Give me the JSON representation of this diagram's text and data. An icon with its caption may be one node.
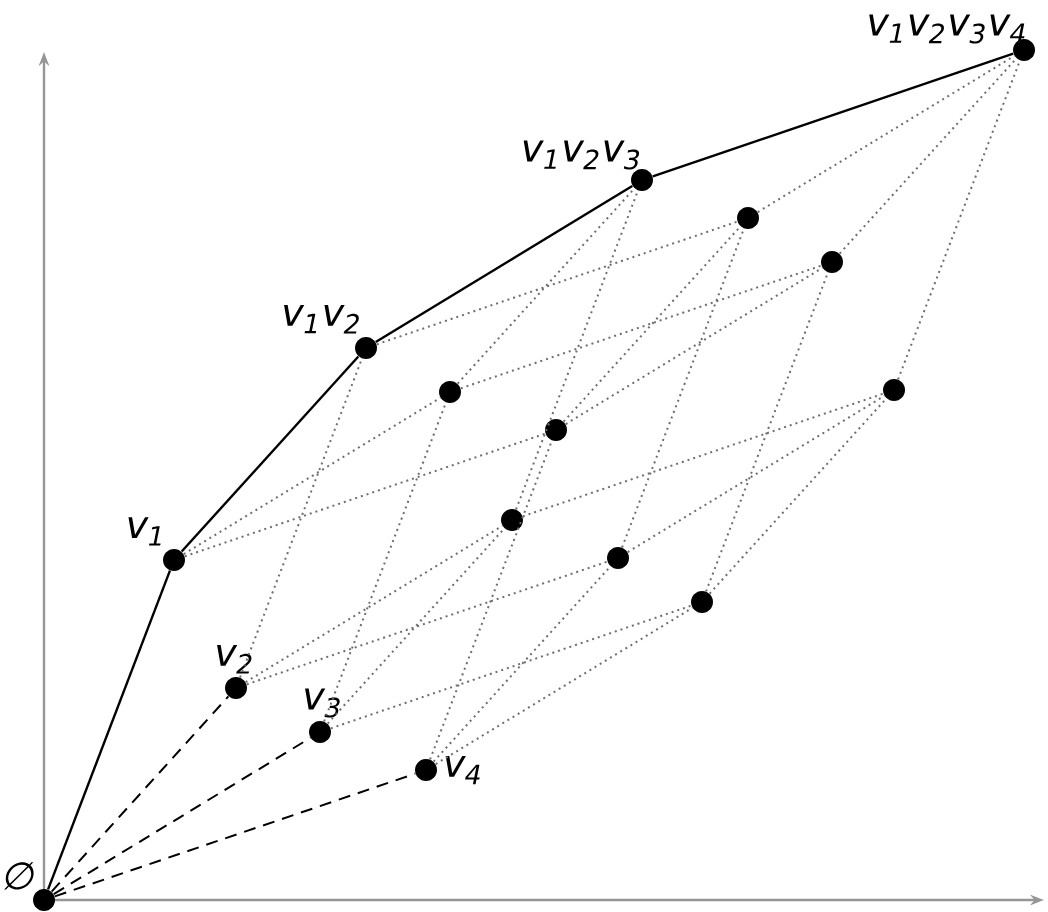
{
  "diagram": {
    "nodes": [
      {
        "text": [
          "∅"
        ]
      },
      {
        "text": [
          "v$_{1}$"
        ]
      },
      {
        "text": [
          "v$_{2}$"
        ]
      },
      {
        "text": [
          "v$_{3}$"
        ]
      },
      {
        "text": [
          "v$_{4}$"
        ]
      },
      {
        "text": [
          "v$_{1}$v$_{2}$"
        ]
      },
      {
        "text": [],
        "shape": "circle"
      },
      {
        "text": [],
        "shape": "circle"
      },
      {
        "text": [],
        "shape": "circle"
      },
      {
        "text": [],
        "shape": "circle"
      },
      {
        "text": [],
        "shape": "circle"
      },
      {
        "text": [
          "v$_{1}$v$_{2}$v$_{3}$"
        ]
      },
      {
        "text": [],
        "shape": "circle"
      },
      {
        "text": [],
        "shape": "circle"
      },
      {
        "text": [],
        "shape": "circle"
      },
      {
        "text": [
          "v$_{1}$v$_{2}$v$_{3}$v$_{4}$"
        ]
      }
    ],
    "edges": [
      {
        "from": 0,
        "to": 1,
        "arrow": "none",
        "color": "#000000"
      },
      {
        "from": 0,
        "to": 2,
        "arrow": "none",
        "style": "dashed",
        "color": "#000000"
      },
      {
        "from": 0,
        "to": 3,
        "arrow": "none",
        "style": "dashed",
        "color": "#000000"
      },
      {
        "from": 0,
        "to": 4,
        "arrow": "none",
        "style": "dashed",
        "color": "#000000"
      },
      {
        "from": 1,
        "to": 5,
        "arrow": "none",
        "color": "#000000"
      },
      {
        "from": 1,
        "to": 6,
        "arrow": "none",
        "style": "dashed"
      },
      {
        "from": 1,
        "to": 7,
        "arrow": "none",
        "style": "dashed"
      },
      {
        "from": 2,
        "to": 5,
        "arrow": "none",
        "style": "dashed"
      },
      {
        "from": 2,
        "to": 8,
        "arrow": "none",
        "style": "dashed"
      },
      {
        "from": 2,
        "to": 9,
        "arrow": "none",
        "style": "dashed"
      },
      {
        "from": 3,
        "to": 6,
        "arrow": "none",
        "style": "dashed"
      },
      {
        "from": 3,
        "to": 8,
        "arrow": "none",
        "style": "dashed"
      },
      {
        "from": 3,
        "to": 10,
        "arrow": "none",
        "style": "dashed"
      },
      {
        "from": 4,
        "to": 7,
        "arrow": "none",
        "style": "dashed"
      },
      {
        "from": 4,
        "to": 9,
        "arrow": "none",
        "style": "dashed"
      },
      {
        "from": 4,
        "to": 10,
        "arrow": "none",
        "style": "dashed"
      },
      {
        "from": 5,
        "to": 11,
        "arrow": "none",
        "color": "#000000"
      },
      {
        "from": 5,
        "to": 12,
        "arrow": "none",
        "style": "dashed"
      },
      {
        "from": 6,
        "to": 11,
        "arrow": "none",
        "style": "dashed"
      },
      {
        "from": 6,
        "to": 13,
        "arrow": "none",
        "style": "dashed"
      },
      {
        "from": 7,
        "to": 12,
        "arrow": "none",
        "style": "dashed"
      },
      {
        "from": 7,
        "to": 13,
        "arrow": "none",
        "style": "dashed"
      },
      {
        "from": 8,
        "to": 11,
        "arrow": "none",
        "style": "dashed"
      },
      {
        "from": 8,
        "to": 14,
        "arrow": "none",
        "style": "dashed"
      },
      {
        "from": 9,
        "to": 12,
        "arrow": "none",
        "style": "dashed"
      },
      {
        "from": 9,
        "to": 14,
        "arrow": "none",
        "style": "dashed"
      },
      {
        "from": 10,
        "to": 13,
        "arrow": "none",
        "style": "dashed"
      },
      {
        "from": 10,
        "to": 14,
        "arrow": "none",
        "style": "dashed"
      },
      {
        "from": 11,
        "to": 15,
        "arrow": "none",
        "color": "#000000"
      },
      {
        "from": 12,
        "to": 15,
        "arrow": "none",
        "style": "dashed"
      },
      {
        "from": 13,
        "to": 15,
        "arrow": "none",
        "style": "dashed"
      },
      {
        "from": 14,
        "to": 15,
        "arrow": "none",
        "style": "dashed"
      }
    ]
  }
}
